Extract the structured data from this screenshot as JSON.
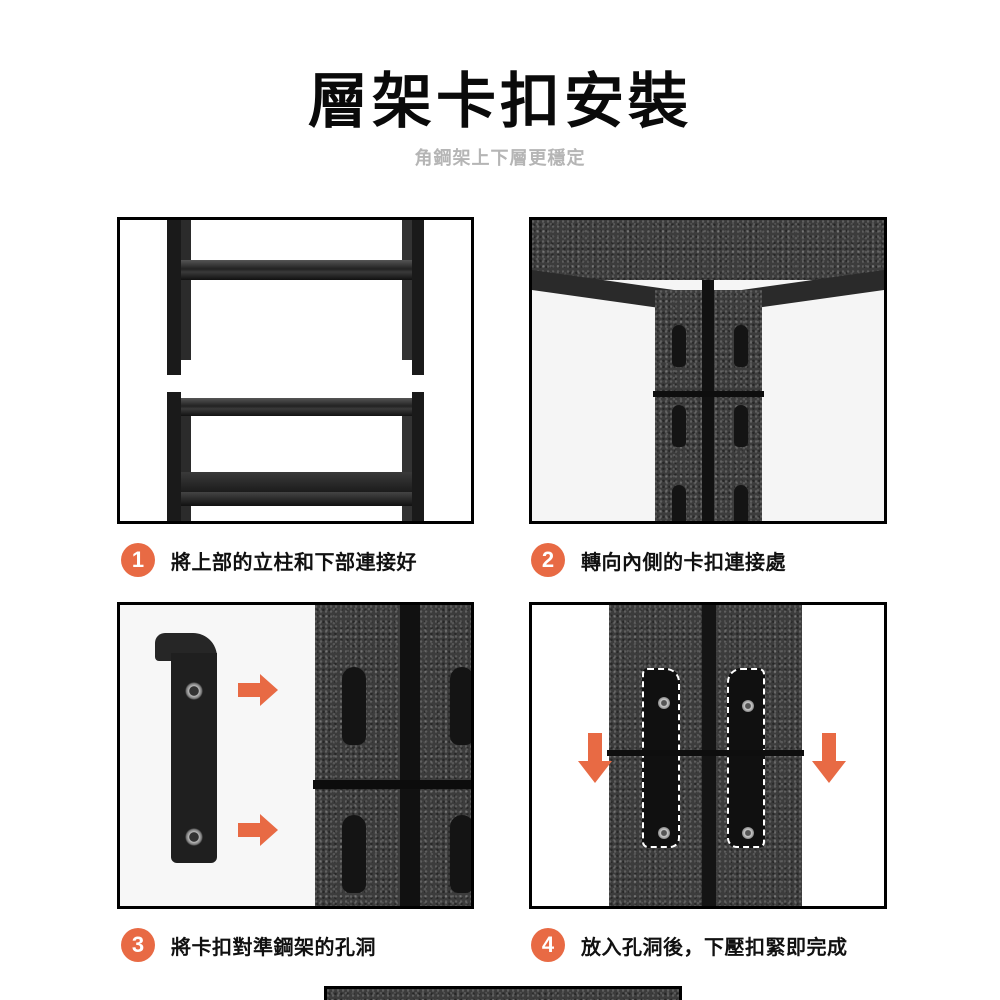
{
  "header": {
    "title": "層架卡扣安裝",
    "subtitle": "角鋼架上下層更穩定"
  },
  "steps": [
    {
      "number": "1",
      "text": "將上部的立柱和下部連接好",
      "image": "shelf-upright-connection-photo"
    },
    {
      "number": "2",
      "text": "轉向內側的卡扣連接處",
      "image": "inner-corner-joint-photo"
    },
    {
      "number": "3",
      "text": "將卡扣對準鋼架的孔洞",
      "image": "clip-align-holes-photo"
    },
    {
      "number": "4",
      "text": "放入孔洞後，下壓扣緊即完成",
      "image": "clip-pressed-down-photo"
    }
  ],
  "colors": {
    "accent": "#e86a44",
    "title": "#0a0a0a",
    "subtitle": "#b5b5b5",
    "frame_border": "#000000"
  }
}
